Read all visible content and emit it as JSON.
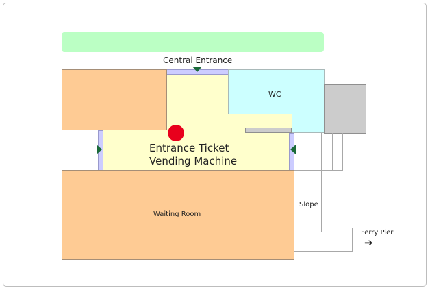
{
  "map": {
    "title_bar_color": "#bbffc4",
    "labels": {
      "central_entrance": "Central Entrance",
      "wc": "WC",
      "ticket_machine_line1": "Entrance Ticket",
      "ticket_machine_line2": "Vending Machine",
      "waiting_room": "Waiting Room",
      "slope": "Slope",
      "ferry_pier": "Ferry Pier"
    },
    "icons": {
      "ferry_arrow": "➔"
    },
    "colors": {
      "room_orange": "#fecb94",
      "lobby_yellow": "#ffffcc",
      "wc_cyan": "#ccffff",
      "door_lavender": "#ccccff",
      "entrance_marker": "#1a6a3a",
      "location_marker": "#e8001c",
      "storage_gray": "#cccccc"
    }
  }
}
